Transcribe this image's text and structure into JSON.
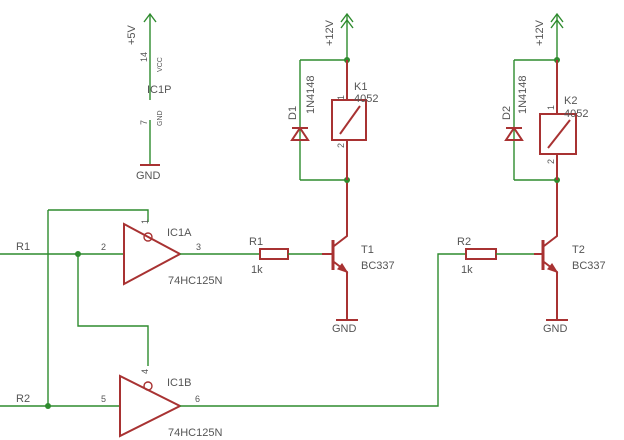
{
  "power": {
    "vcc5": "+5V",
    "vcc12_k1": "+12V",
    "vcc12_k2": "+12V",
    "gnd": "GND"
  },
  "ic1p": {
    "name": "IC1P",
    "vcc_pin": "14",
    "vcc_label": "VCC",
    "gnd_pin": "7",
    "gnd_label": "GND"
  },
  "ic1a": {
    "name": "IC1A",
    "part": "74HC125N",
    "pin_in": "2",
    "pin_oe": "1",
    "pin_out": "3"
  },
  "ic1b": {
    "name": "IC1B",
    "part": "74HC125N",
    "pin_in": "5",
    "pin_oe": "4",
    "pin_out": "6"
  },
  "r1": {
    "name": "R1",
    "value": "1k"
  },
  "r2": {
    "name": "R2",
    "value": "1k"
  },
  "t1": {
    "name": "T1",
    "part": "BC337"
  },
  "t2": {
    "name": "T2",
    "part": "BC337"
  },
  "k1": {
    "name": "K1",
    "part": "4052",
    "pin1": "1",
    "pin2": "2"
  },
  "k2": {
    "name": "K2",
    "part": "4052",
    "pin1": "1",
    "pin2": "2"
  },
  "d1": {
    "name": "D1",
    "part": "1N4148"
  },
  "d2": {
    "name": "D2",
    "part": "1N4148"
  },
  "nets": {
    "r1": "R1",
    "r2": "R2"
  }
}
